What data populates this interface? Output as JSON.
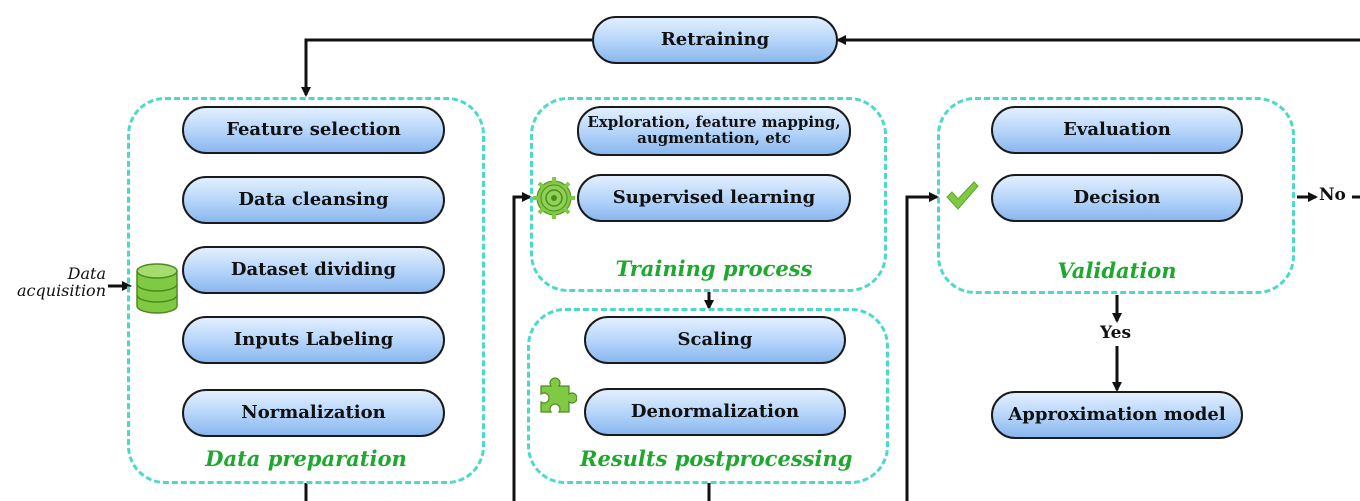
{
  "retraining": "Retraining",
  "data_preparation": {
    "label": "Data preparation",
    "steps": [
      "Feature selection",
      "Data cleansing",
      "Dataset dividing",
      "Inputs Labeling",
      "Normalization"
    ]
  },
  "training_process": {
    "label": "Training process",
    "exploration": "Exploration, feature mapping, augmentation, etc",
    "supervised": "Supervised learning"
  },
  "results_postprocessing": {
    "label": "Results postprocessing",
    "scaling": "Scaling",
    "denormalization": "Denormalization"
  },
  "validation": {
    "label": "Validation",
    "evaluation": "Evaluation",
    "decision": "Decision"
  },
  "approximation_model": "Approximation model",
  "data_acquisition": "Data acquisition",
  "yes_label": "Yes",
  "no_label": "No",
  "icons": [
    "database-icon",
    "gear-icon",
    "checkmark-icon",
    "puzzle-icon"
  ],
  "colors": {
    "group_border": "#4dd9c8",
    "group_label": "#1fa82f",
    "icon_green": "#7fc943",
    "pill_fill": "#b7d6fa"
  }
}
